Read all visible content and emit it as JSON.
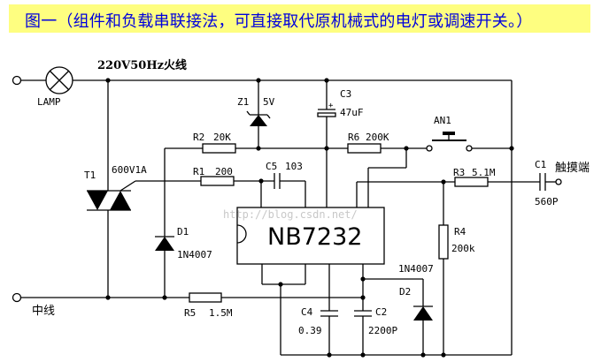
{
  "title": "图一（组件和负载串联接法，可直接取代原机械式的电灯或调速开关。）",
  "colors": {
    "title_bg": "#fefe80",
    "title_fg": "#0000dd",
    "line": "#000000"
  },
  "labels": {
    "live": "220V50Hz火线",
    "neutral": "中线",
    "lamp": "LAMP",
    "touch": "触摸端",
    "watermark": "http://blog.csdn.net/",
    "chip": "NB7232"
  },
  "components": {
    "z1": {
      "ref": "Z1",
      "value": "5V"
    },
    "c3": {
      "ref": "C3",
      "value": "47uF",
      "polarity": "+"
    },
    "r2": {
      "ref": "R2",
      "value": "20K"
    },
    "r6": {
      "ref": "R6",
      "value": "200K"
    },
    "an1": {
      "ref": "AN1"
    },
    "t1": {
      "ref": "T1",
      "value": "600V1A"
    },
    "r1": {
      "ref": "R1",
      "value": "200"
    },
    "c5": {
      "ref": "C5",
      "value": "103"
    },
    "r3": {
      "ref": "R3",
      "value": "5.1M"
    },
    "c1": {
      "ref": "C1",
      "value": "560P"
    },
    "d1": {
      "ref": "D1",
      "value": "1N4007"
    },
    "r4": {
      "ref": "R4",
      "value": "200k"
    },
    "d2": {
      "ref": "D2",
      "value": "1N4007"
    },
    "r5": {
      "ref": "R5",
      "value": "1.5M"
    },
    "c4": {
      "ref": "C4",
      "value": "0.39"
    },
    "c2": {
      "ref": "C2",
      "value": "2200P"
    }
  }
}
